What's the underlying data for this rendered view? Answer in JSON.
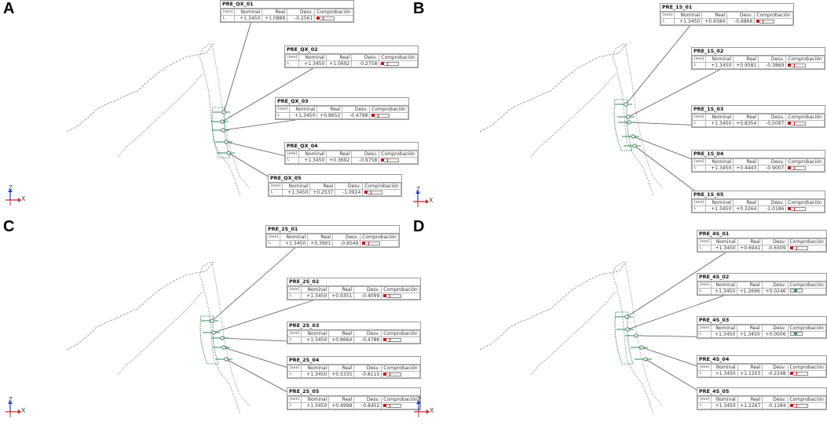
{
  "header_labels": {
    "c0": "[mm]",
    "c1": "Nominal",
    "c2": "Real",
    "c3": "Desv.",
    "c4": "Comprobación"
  },
  "row_axis": "L",
  "axis_labels": {
    "z": "Z",
    "x": "X"
  },
  "colors": {
    "fail": "#b71c1c",
    "pass": "#2e9d4a",
    "contour": "#8a8a8a",
    "lead": "#555555",
    "section": "#2e8b57"
  },
  "panels": [
    {
      "label": "A",
      "tables": [
        {
          "title": "PRE_QX_01",
          "nominal": "+1.3450",
          "real": "+1.0889",
          "desv": "-0.2561",
          "status": "fail"
        },
        {
          "title": "PRE_QX_02",
          "nominal": "+1.3450",
          "real": "+1.0692",
          "desv": "-0.2758",
          "status": "fail"
        },
        {
          "title": "PRE_QX_03",
          "nominal": "+1.3450",
          "real": "+0.8652",
          "desv": "-0.4798",
          "status": "fail"
        },
        {
          "title": "PRE_QX_04",
          "nominal": "+1.3450",
          "real": "+0.3692",
          "desv": "-0.9758",
          "status": "fail"
        },
        {
          "title": "PRE_QX_05",
          "nominal": "+1.3450",
          "real": "+0.2537",
          "desv": "-1.0914",
          "status": "fail"
        }
      ]
    },
    {
      "label": "B",
      "tables": [
        {
          "title": "PRE_1S_01",
          "nominal": "+1.3450",
          "real": "+0.6584",
          "desv": "-0.6866",
          "status": "fail"
        },
        {
          "title": "PRE_1S_02",
          "nominal": "+1.3450",
          "real": "+0.9581",
          "desv": "-0.3869",
          "status": "fail"
        },
        {
          "title": "PRE_1S_03",
          "nominal": "+1.3450",
          "real": "+0.8354",
          "desv": "-0.5097",
          "status": "fail"
        },
        {
          "title": "PRE_1S_04",
          "nominal": "+1.3450",
          "real": "+0.4443",
          "desv": "-0.9007",
          "status": "fail"
        },
        {
          "title": "PRE_1S_05",
          "nominal": "+1.3450",
          "real": "+0.3264",
          "desv": "-1.0186",
          "status": "fail"
        }
      ]
    },
    {
      "label": "C",
      "tables": [
        {
          "title": "PRE_2S_01",
          "nominal": "+1.3450",
          "real": "+0.3901",
          "desv": "-0.9549",
          "status": "fail"
        },
        {
          "title": "PRE_2S_02",
          "nominal": "+1.3450",
          "real": "+0.9351",
          "desv": "-0.4099",
          "status": "fail"
        },
        {
          "title": "PRE_2S_03",
          "nominal": "+1.3450",
          "real": "+0.8664",
          "desv": "-0.4786",
          "status": "fail"
        },
        {
          "title": "PRE_2S_04",
          "nominal": "+1.3450",
          "real": "+0.5335",
          "desv": "-0.8115",
          "status": "fail"
        },
        {
          "title": "PRE_2S_05",
          "nominal": "+1.3450",
          "real": "+0.4998",
          "desv": "-0.8452",
          "status": "fail"
        }
      ]
    },
    {
      "label": "D",
      "tables": [
        {
          "title": "PRE_4S_01",
          "nominal": "+1.3450",
          "real": "+0.6941",
          "desv": "-0.6509",
          "status": "fail"
        },
        {
          "title": "PRE_4S_02",
          "nominal": "+1.3450",
          "real": "+1.2696",
          "desv": "+0.0246",
          "status": "pass"
        },
        {
          "title": "PRE_4S_03",
          "nominal": "+1.3450",
          "real": "+1.3450",
          "desv": "+0.0006",
          "status": "pass"
        },
        {
          "title": "PRE_4S_04",
          "nominal": "+1.3450",
          "real": "+1.1203",
          "desv": "-0.2248",
          "status": "fail"
        },
        {
          "title": "PRE_4S_05",
          "nominal": "+1.3450",
          "real": "+1.2267",
          "desv": "-0.1184",
          "status": "fail"
        }
      ]
    }
  ]
}
